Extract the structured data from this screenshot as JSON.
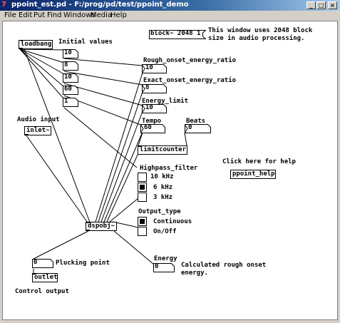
{
  "window": {
    "title": "ppoint_est.pd - F:/prog/pd/test/ppoint_demo",
    "menu": [
      "File",
      "Edit",
      "Put",
      "Find",
      "Windows",
      "Media",
      "Help"
    ],
    "controls": [
      "_",
      "□",
      "×"
    ]
  },
  "patch": {
    "block_msg": "block~ 2048 1",
    "block_comment": "This window uses 2048 block\nsize in audio processing.",
    "loadbang": "loadbang",
    "initial_values_label": "Initial values",
    "init_numbers": [
      "10",
      "8",
      "10",
      "60",
      "1"
    ],
    "params": [
      {
        "label": "Rough_onset_energy_ratio",
        "value": "10"
      },
      {
        "label": "Exact_onset_energy_ratio",
        "value": "8"
      },
      {
        "label": "Energy_limit",
        "value": "10"
      },
      {
        "label": "Tempo",
        "value": "60"
      }
    ],
    "beats_label": "Beats",
    "beats_value": "0",
    "limitcounter": "limitcounter",
    "help_comment": "Click here for help",
    "help_obj": "ppoint_help",
    "audio_input_label": "Audio input",
    "inlet": "inlet~",
    "highpass_label": "Highpass_filter",
    "highpass_options": [
      "10 kHz",
      "6 kHz",
      "3 kHz"
    ],
    "highpass_selected": 1,
    "output_type_label": "Output_type",
    "output_options": [
      "Continuous",
      "On/Off"
    ],
    "output_selected": 0,
    "dspobj": "dspobj~",
    "energy_label": "Energy",
    "energy_value": "0",
    "energy_comment": "Calculated rough onset\nenergy.",
    "plucking_value": "0",
    "plucking_label": "Plucking point",
    "outlet": "outlet",
    "control_output_label": "Control output"
  }
}
